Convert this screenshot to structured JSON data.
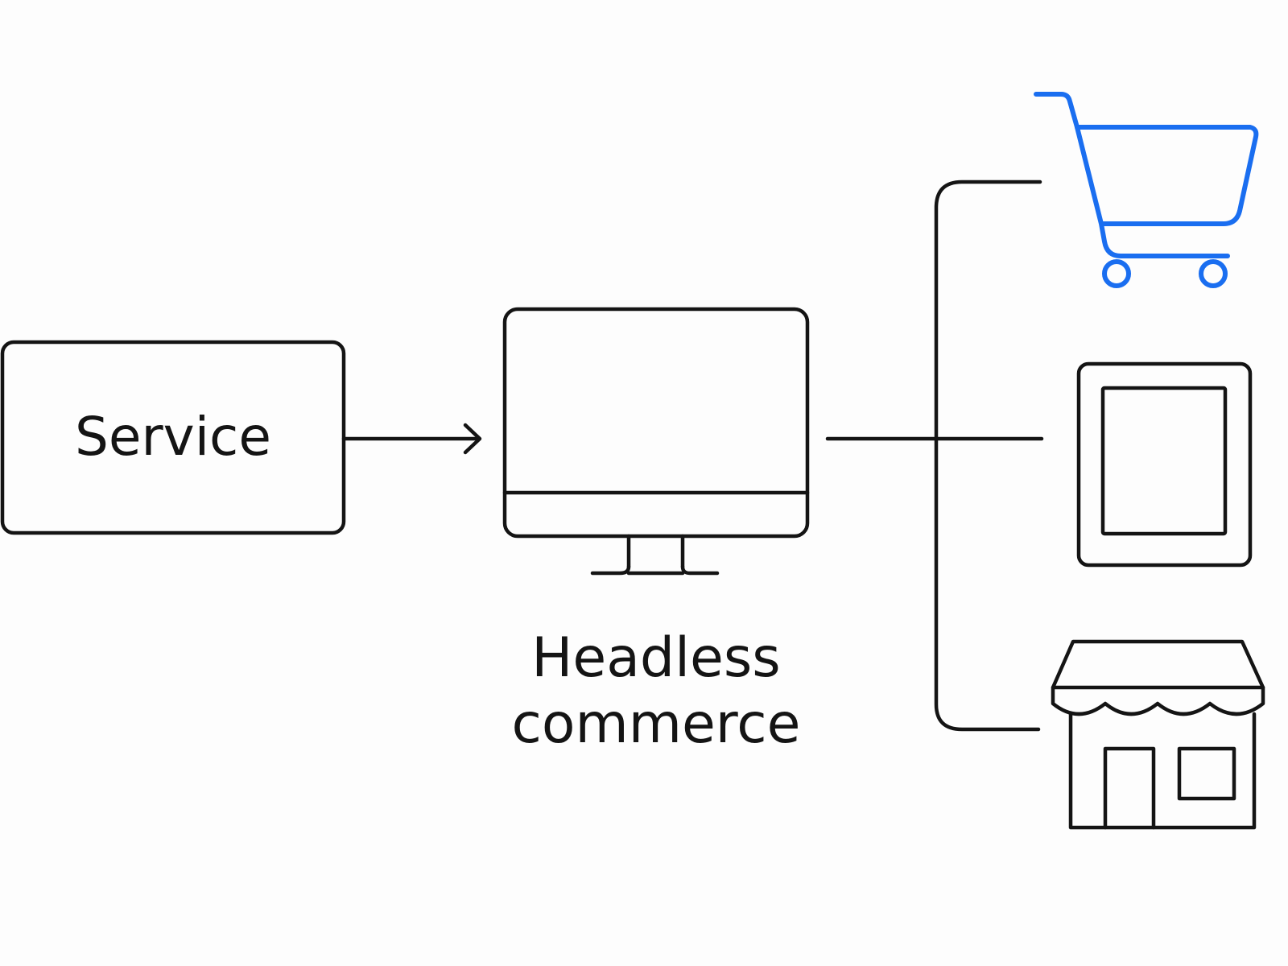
{
  "diagram": {
    "service_label": "Service",
    "center_label_line1": "Headless",
    "center_label_line2": "commerce",
    "icons": [
      "desktop-monitor-icon",
      "shopping-cart-icon",
      "tablet-icon",
      "storefront-icon"
    ]
  },
  "colors": {
    "line": "#141414",
    "accent": "#1a6ef0",
    "background": "#fdfdfd"
  }
}
